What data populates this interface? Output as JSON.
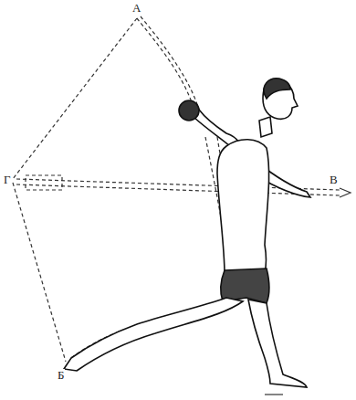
{
  "diagram": {
    "labels": [
      "A",
      "Г",
      "Б",
      "В"
    ]
  }
}
